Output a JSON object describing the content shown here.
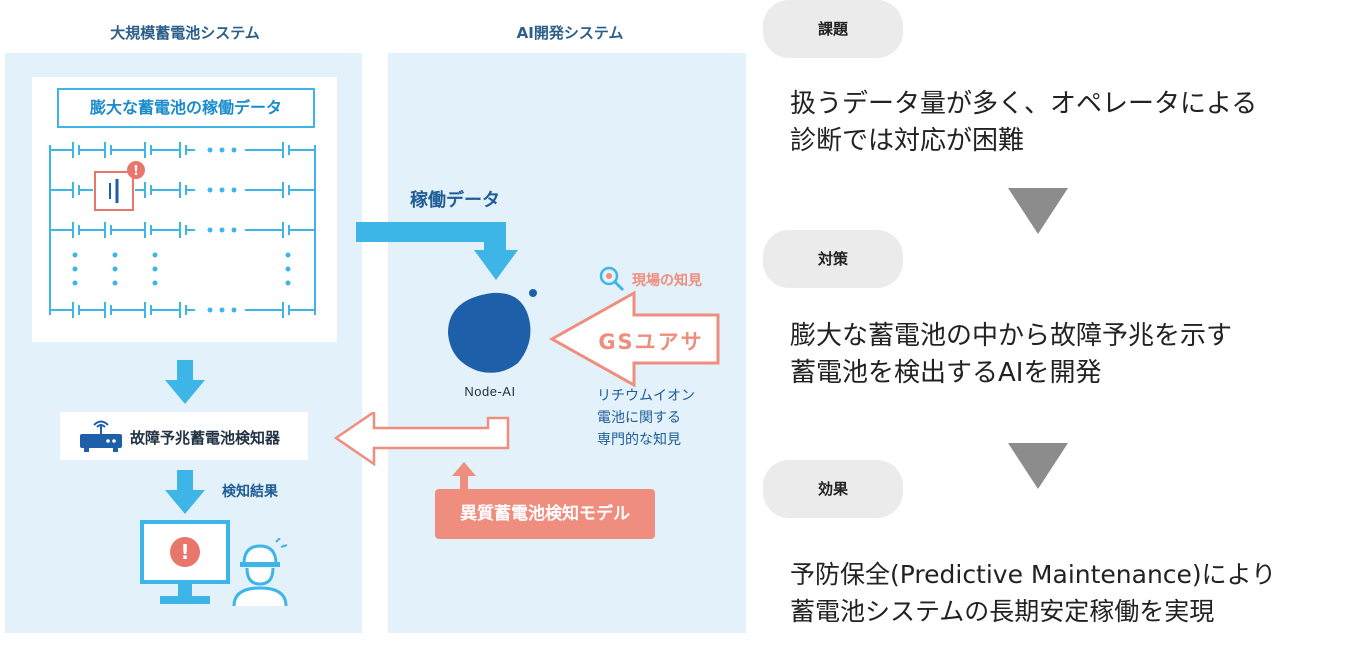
{
  "left": {
    "title": "大規模蓄電池システム",
    "data_box": "膨大な蓄電池の稼働データ",
    "detector": "故障予兆蓄電池検知器",
    "result_label": "検知結果"
  },
  "middle": {
    "title": "AI開発システム",
    "flow_label": "稼働データ",
    "node_label": "Node-AI",
    "model_label": "異質蓄電池検知モデル"
  },
  "partner": {
    "field_knowledge": "現場の知見",
    "company": "GSユアサ",
    "knowledge": [
      "リチウムイオン",
      "電池に関する",
      "専門的な知見"
    ]
  },
  "right": {
    "issue": {
      "label": "課題",
      "text": [
        "扱うデータ量が多く、オペレータによる",
        "診断では対応が困難"
      ]
    },
    "measure": {
      "label": "対策",
      "text": [
        "膨大な蓄電池の中から故障予兆を示す",
        "蓄電池を検出するAIを開発"
      ]
    },
    "effect": {
      "label": "効果",
      "text": [
        "予防保全(Predictive Maintenance)により",
        "蓄電池システムの長期安定稼働を実現"
      ]
    }
  },
  "colors": {
    "accent_blue": "#3db6e7",
    "panel_bg": "#e3f1fa",
    "node_blue": "#1e5faa",
    "salmon": "#ef8d7e",
    "warning_red": "#e8766a"
  },
  "icons": [
    "battery-grid",
    "warning-icon",
    "router-icon",
    "monitor-icon",
    "worker-icon",
    "node-ai-blob-icon",
    "search-gear-icon"
  ]
}
